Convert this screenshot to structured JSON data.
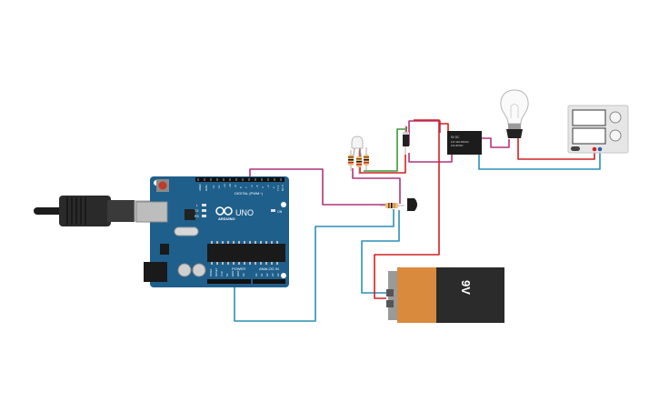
{
  "arduino": {
    "logo_text": "ARDUINO",
    "model": "UNO",
    "digital_label": "DIGITAL (PWM~)",
    "power_label": "POWER",
    "analog_label": "ANALOG IN",
    "led_tx": "TX",
    "led_rx": "RX",
    "led_l": "L",
    "led_on": "ON",
    "aref": "AREF",
    "gnd": "GND",
    "power_pins": [
      "IOREF",
      "RESET",
      "3.3V",
      "5V",
      "GND",
      "GND",
      "Vin"
    ],
    "analog_pins": [
      "A0",
      "A1",
      "A2",
      "A3",
      "A4",
      "A5"
    ],
    "digital_pins": [
      "13",
      "12",
      "~11",
      "~10",
      "~9",
      "8",
      "7",
      "~6",
      "~5",
      "4",
      "~3",
      "2",
      "TX 1",
      "RX 0"
    ]
  },
  "relay": {
    "line1": "5V DC",
    "line2": "12V 10A 250VAC",
    "line3": "10A 30VDC"
  },
  "battery": {
    "label": "9V"
  },
  "colors": {
    "board": "#1f5f8b",
    "wire_red": "#d42020",
    "wire_blue": "#2c8fb5",
    "wire_magenta": "#b0337c",
    "wire_green": "#3a9a3a",
    "battery_orange": "#d98a3c",
    "battery_black": "#2b2b2b"
  }
}
